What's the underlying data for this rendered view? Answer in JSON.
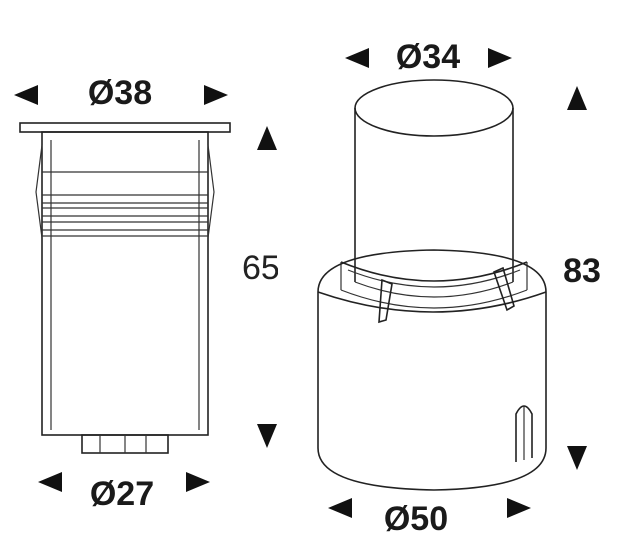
{
  "left_fixture": {
    "top_diameter": "Ø38",
    "bottom_diameter": "Ø27",
    "height": "65"
  },
  "right_fixture": {
    "top_diameter": "Ø34",
    "bottom_diameter": "Ø50",
    "height": "83"
  },
  "colors": {
    "line": "#222222",
    "arrow": "#111111",
    "background": "#ffffff"
  }
}
